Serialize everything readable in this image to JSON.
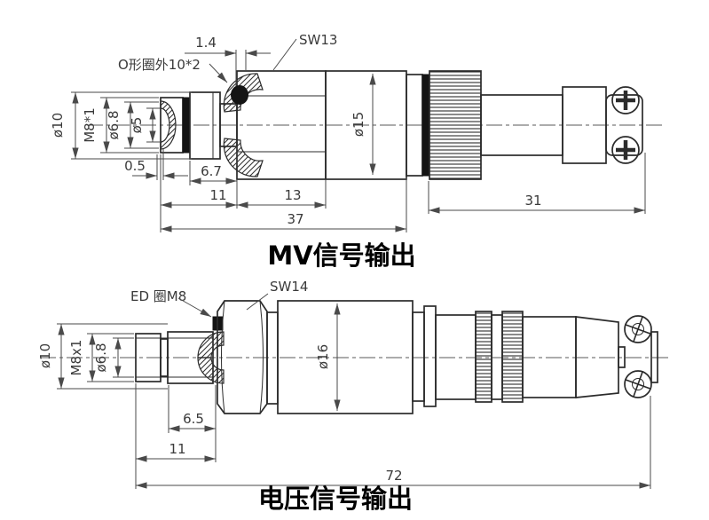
{
  "drawings": {
    "top": {
      "title": "MV信号输出",
      "callouts": {
        "oring": "O形圈外10*2",
        "wrench": "SW13"
      },
      "dims": {
        "gap": "1.4",
        "od": "ø10",
        "thread": "M8*1",
        "bore": "ø6.8",
        "port": "ø5",
        "step": "0.5",
        "neck": "6.7",
        "front": "11",
        "hex": "13",
        "body": "37",
        "barrel": "ø15",
        "connector": "31"
      }
    },
    "bottom": {
      "title": "电压信号输出",
      "callouts": {
        "seal": "ED 圈M8",
        "wrench": "SW14"
      },
      "dims": {
        "od": "ø10",
        "thread": "M8x1",
        "bore": "ø6.8",
        "neck": "6.5",
        "front": "11",
        "total": "72",
        "barrel": "ø16"
      }
    }
  },
  "colors": {
    "background": "#ffffff",
    "part_line": "#2b2b2b",
    "dim_line": "#4a4a4a",
    "solid_fill": "#141414"
  }
}
